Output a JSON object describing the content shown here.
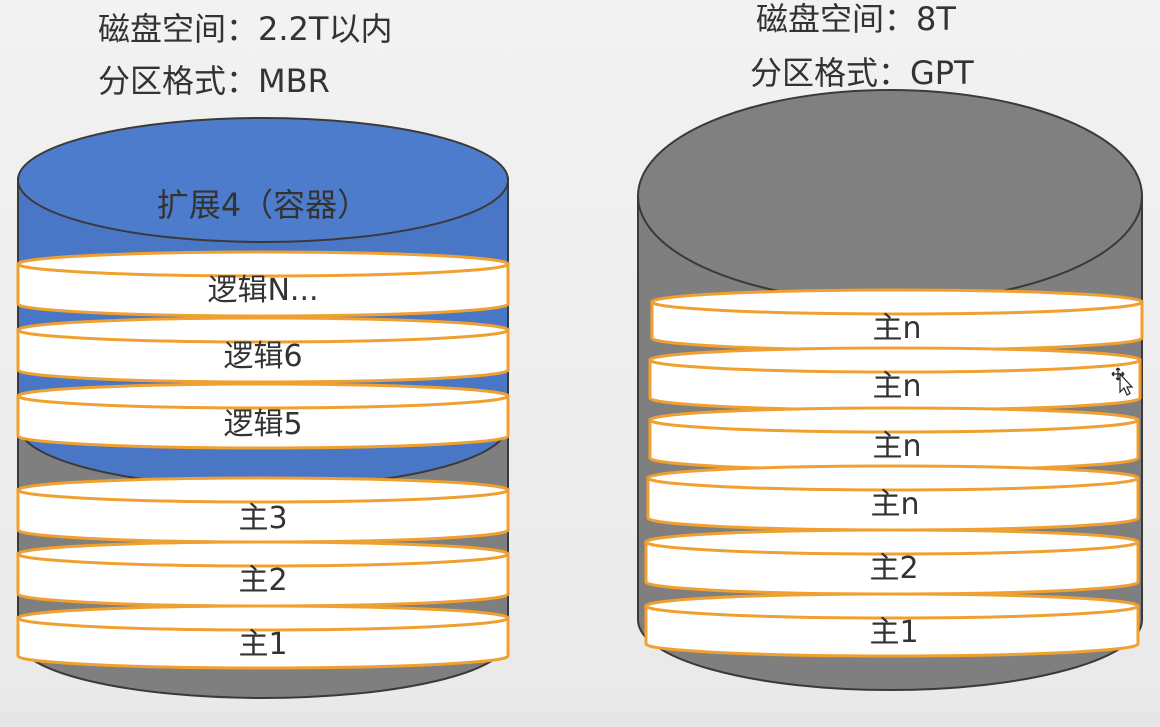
{
  "colors": {
    "background": "#efefef",
    "cylinder_gray": "#7f7f7f",
    "cylinder_outline": "#3a3a3a",
    "extended_blue": "#4a76c6",
    "partition_fill": "#ffffff",
    "partition_border": "#f0a030",
    "text": "#333333"
  },
  "mbr": {
    "disk_space": "磁盘空间：2.2T以内",
    "partition_format": "分区格式：MBR",
    "extended_label": "扩展4（容器）",
    "logical": [
      "逻辑N...",
      "逻辑6",
      "逻辑5"
    ],
    "primary": [
      "主3",
      "主2",
      "主1"
    ]
  },
  "gpt": {
    "disk_space": "磁盘空间：8T",
    "partition_format": "分区格式：GPT",
    "partitions": [
      "主n",
      "主n",
      "主n",
      "主n",
      "主2",
      "主1"
    ]
  },
  "cursor_icon": "move-cursor-icon"
}
